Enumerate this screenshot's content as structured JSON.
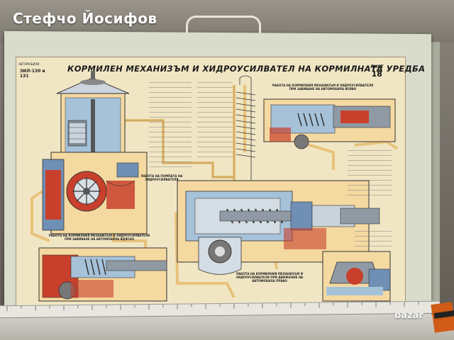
{
  "watermark": "Стефчо Йосифов",
  "poster": {
    "title": "КОРМИЛЕН МЕХАНИЗЪМ И ХИДРОУСИЛВАТЕЛ НА КОРМИЛНАТА УРЕДБА",
    "logo_small": "АВТОМОБИЛИ",
    "logo_model": "ЗИЛ-130 и 131",
    "sheet_label": "ЛИСТ",
    "sheet_number": "18",
    "captions": {
      "pump_work": "РАБОТА НА ПОМПАТА НА ХИДРОУСИЛВАТЕЛЯ",
      "top_right": "РАБОТА НА КОРМИЛНИЯ МЕХАНИЗЪМ И ХИДРОУСИЛВАТЕЛЯ ПРИ ЗАВИВАНЕ НА АВТОМОБИЛА ВЛЯВО",
      "bottom_left": "РАБОТА НА КОРМИЛНИЯ МЕХАНИЗЪМ И ХИДРОУСИЛВАТЕЛЯ ПРИ ЗАВИВАНЕ НА АВТОМОБИЛА ВДЯСНО",
      "bottom_center": "РАБОТА НА КОРМИЛНИЯ МЕХАНИЗЪМ И ХИДРОУСИЛВАТЕЛЯ ПРИ ДВИЖЕНИЕ НА АВТОМОБИЛА ПРАВО"
    }
  },
  "site_badge": "bazar",
  "colors": {
    "paper": "#f1e6c4",
    "housing": "#f4d9a1",
    "fluid_red": "#c8402c",
    "steel_blue": "#6f8fb4",
    "pipe": "#e7c27a"
  }
}
